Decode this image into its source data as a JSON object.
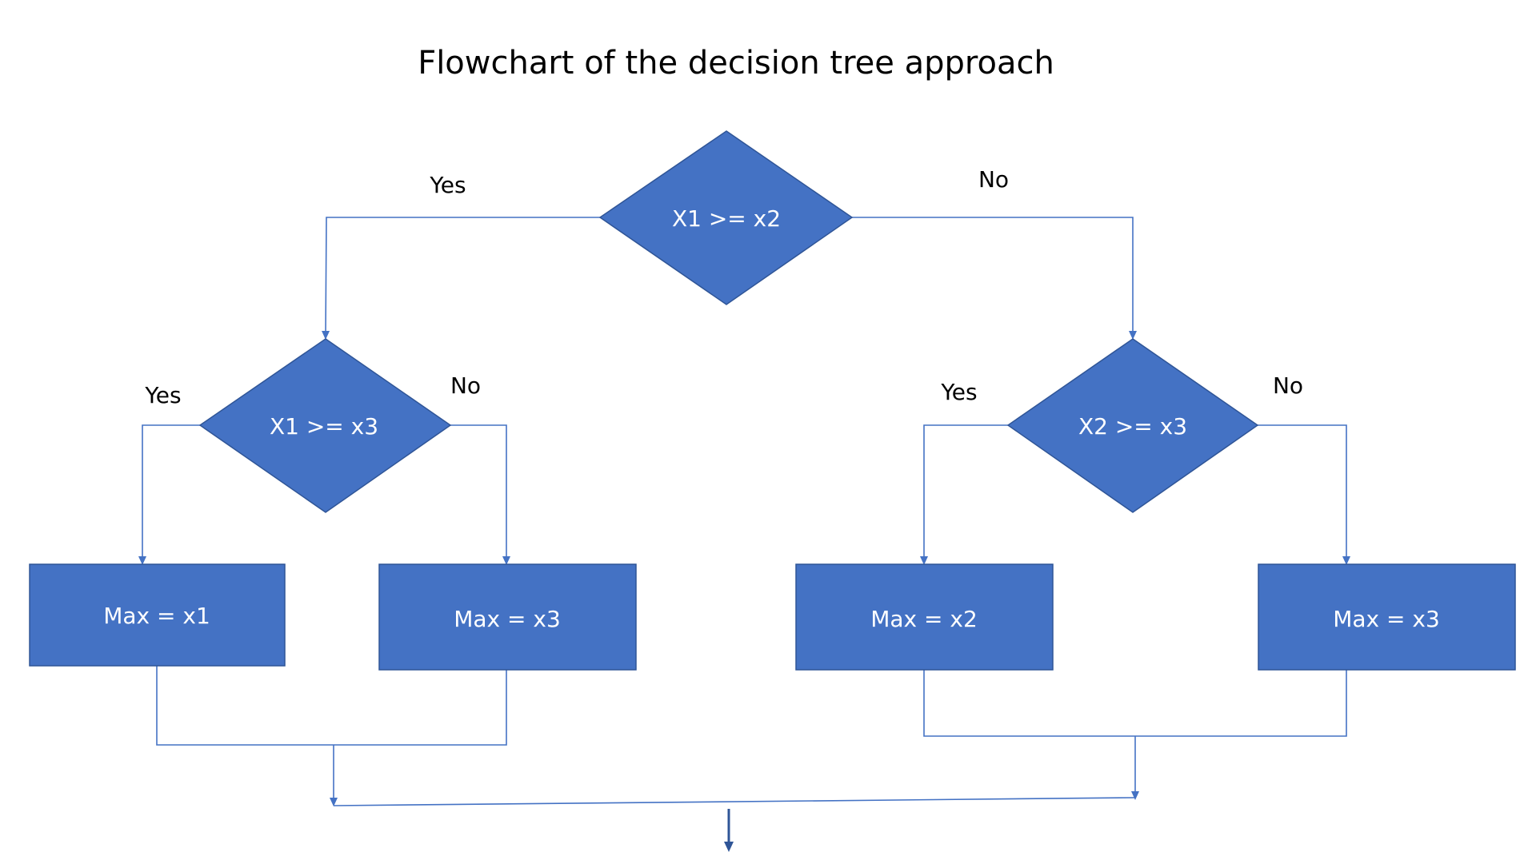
{
  "title": "Flowchart of the decision tree approach",
  "colors": {
    "node_fill": "#4472C4",
    "node_stroke": "#2F5597",
    "connector": "#4472C4",
    "text_on_node": "#FFFFFF",
    "text": "#000000",
    "final_arrow": "#2F5597"
  },
  "decisions": {
    "root": {
      "label": "X1 >= x2"
    },
    "left": {
      "label": "X1 >= x3"
    },
    "right": {
      "label": "X2 >= x3"
    }
  },
  "results": {
    "left_yes": {
      "label": "Max = x1"
    },
    "left_no": {
      "label": "Max = x3"
    },
    "right_yes": {
      "label": "Max = x2"
    },
    "right_no": {
      "label": "Max = x3"
    }
  },
  "edge_labels": {
    "root_yes": "Yes",
    "root_no": "No",
    "left_yes": "Yes",
    "left_no": "No",
    "right_yes": "Yes",
    "right_no": "No"
  }
}
